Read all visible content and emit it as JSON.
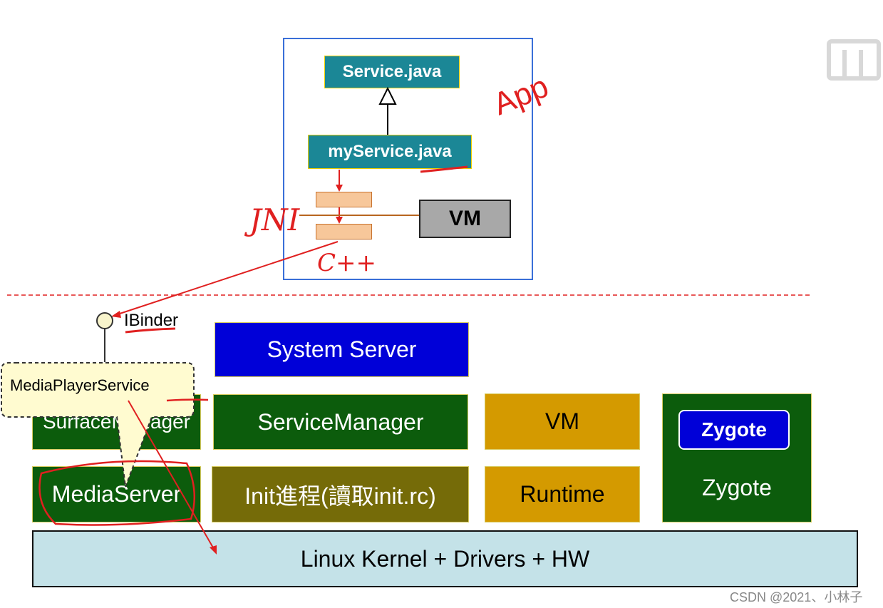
{
  "app": {
    "service_java": "Service.java",
    "myservice_java": "myService.java",
    "vm": "VM"
  },
  "annotations": {
    "app": "App",
    "jni": "JNI",
    "cpp": "C++"
  },
  "interface": {
    "ibinder": "IBinder"
  },
  "callout": {
    "text": "MediaPlayerService"
  },
  "blocks": {
    "system_server": "System Server",
    "surface_manager": "SurfaceManager",
    "service_manager": "ServiceManager",
    "vm": "VM",
    "media_server": "MediaServer",
    "init": "Init進程(讀取init.rc)",
    "runtime": "Runtime",
    "zygote_button": "Zygote",
    "zygote": "Zygote",
    "kernel": "Linux Kernel + Drivers + HW"
  },
  "watermark": "CSDN @2021、小林子",
  "colors": {
    "teal": "#1b8796",
    "green": "#0c5c0c",
    "olive": "#756b08",
    "amber": "#d49a00",
    "blue": "#0000d8",
    "kernel": "#c4e2e8",
    "annotation_red": "#e02020"
  }
}
